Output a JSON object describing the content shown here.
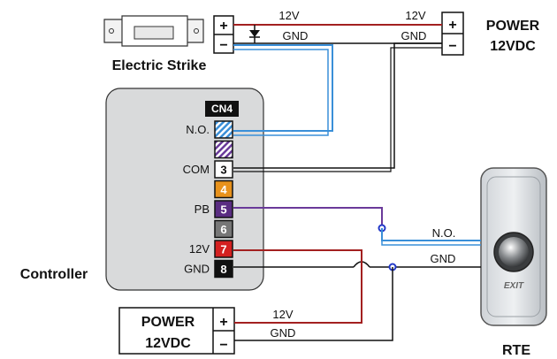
{
  "strike": {
    "label": "Electric Strike",
    "plus": "+",
    "minus": "−"
  },
  "power_top": {
    "line1": "POWER",
    "line2": "12VDC",
    "plus": "+",
    "minus": "−"
  },
  "power_bottom": {
    "line1": "POWER",
    "line2": "12VDC",
    "plus": "+",
    "minus": "−"
  },
  "controller": {
    "label": "Controller",
    "connector": "CN4",
    "pins": [
      {
        "num": "",
        "label": "N.O.",
        "color": "#9ec8e8",
        "pattern": "blue"
      },
      {
        "num": "",
        "label": "",
        "color": "#c4a8d8",
        "pattern": "purple"
      },
      {
        "num": "3",
        "label": "COM",
        "color": "#ffffff"
      },
      {
        "num": "4",
        "label": "",
        "color": "#e8921c"
      },
      {
        "num": "5",
        "label": "PB",
        "color": "#5a2d82"
      },
      {
        "num": "6",
        "label": "",
        "color": "#777777"
      },
      {
        "num": "7",
        "label": "12V",
        "color": "#d42020"
      },
      {
        "num": "8",
        "label": "GND",
        "color": "#111111"
      }
    ]
  },
  "rte": {
    "label": "RTE",
    "exit": "EXIT"
  },
  "wires": {
    "v12_top_left": "12V",
    "v12_top_right": "12V",
    "gnd_top_left": "GND",
    "gnd_top_right": "GND",
    "no_rte": "N.O.",
    "gnd_rte": "GND",
    "v12_bottom": "12V",
    "gnd_bottom": "GND"
  },
  "colors": {
    "red": "#a32020",
    "blue": "#3a8fd8",
    "purple": "#6a3a9a",
    "black": "#111111"
  }
}
